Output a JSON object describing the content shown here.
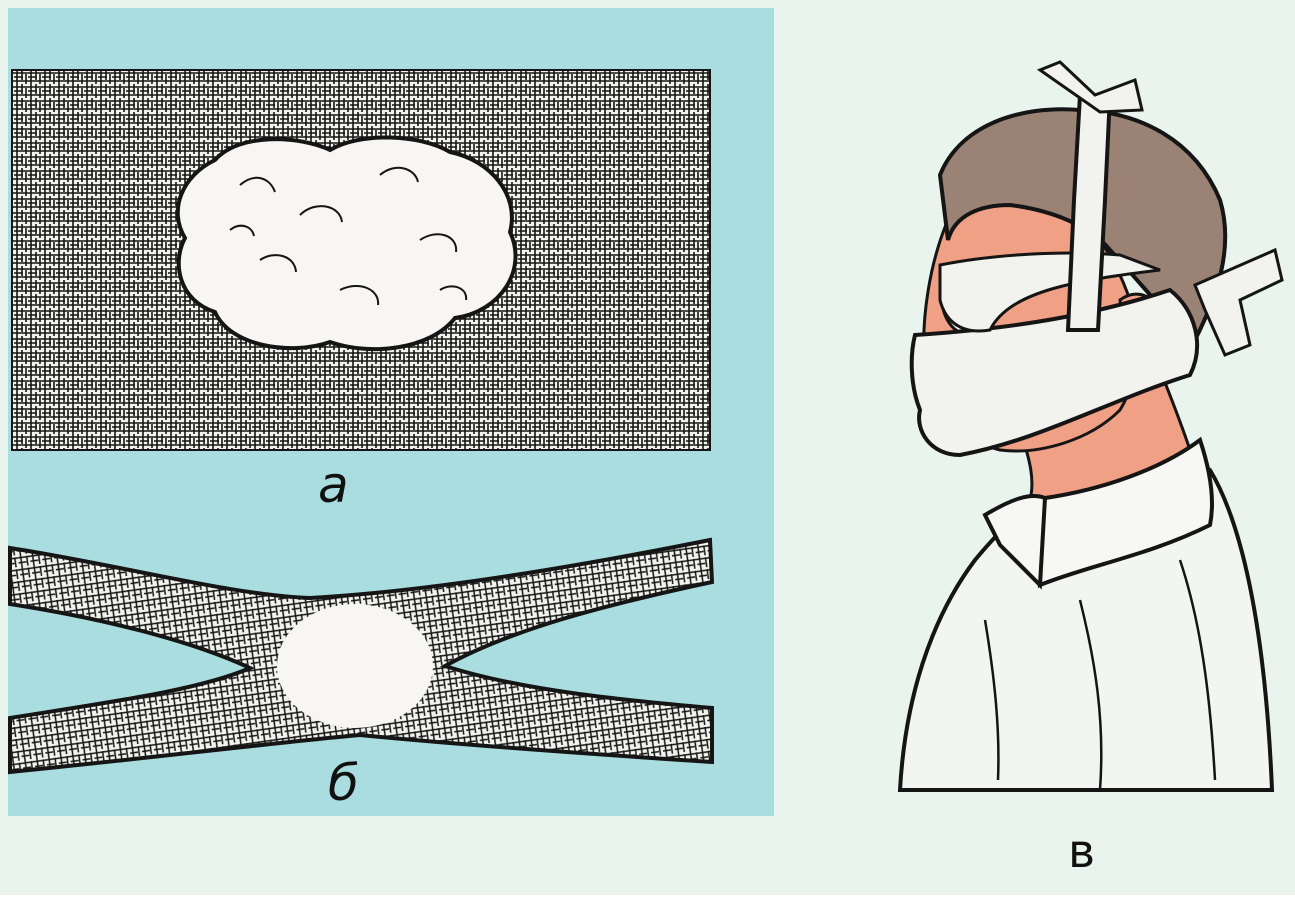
{
  "figure": {
    "panels": [
      {
        "id": "a",
        "label": "а",
        "subject": "cotton-wool-pad-on-gauze"
      },
      {
        "id": "b",
        "label": "б",
        "subject": "gauze-bandage-with-cotton-center"
      },
      {
        "id": "c",
        "label": "в",
        "subject": "person-wearing-gauze-bandage"
      }
    ]
  },
  "colors": {
    "left_panel_bg": "#a9dde0",
    "right_bg": "#e9f4ee",
    "gauze": "#f2f2ee",
    "ink": "#151515",
    "skin": "#f0a084",
    "hair": "#9a8275",
    "shirt": "#f3f5f0"
  }
}
